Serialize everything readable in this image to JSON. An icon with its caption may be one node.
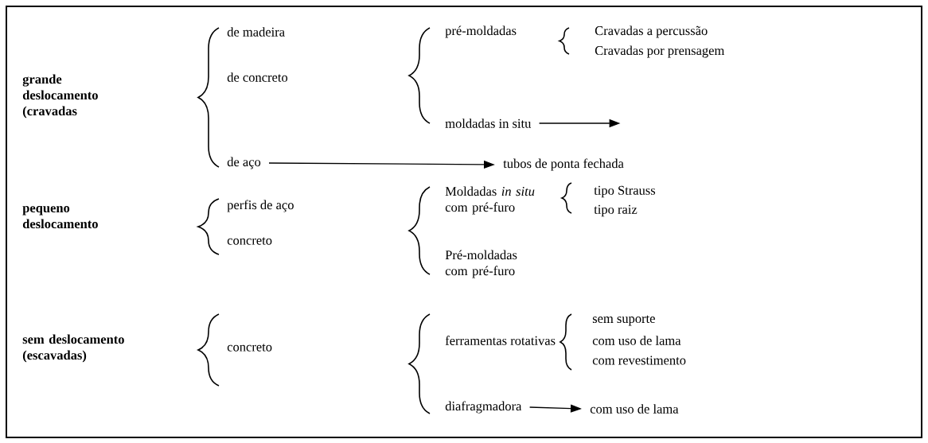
{
  "diagram": {
    "nodes": [
      {
        "text": [
          "moldadas in situ"
        ]
      },
      {
        "text": [
          "de aço"
        ]
      },
      {
        "text": [
          "tubos de ponta fechada"
        ]
      },
      {
        "text": [
          "diafragmadora"
        ]
      },
      {
        "text": [
          "com uso de lama"
        ]
      }
    ],
    "edges": [
      {
        "from": 0,
        "to": null,
        "arrow": "to"
      },
      {
        "from": 1,
        "to": 2,
        "arrow": "to"
      },
      {
        "from": 3,
        "to": 4,
        "arrow": "to"
      }
    ],
    "labels": [
      "grande deslocamento (cravadas",
      "de madeira",
      "de concreto",
      "pré-moldadas",
      "Cravadas a percussão",
      "Cravadas por prensagem",
      "pequeno deslocamento",
      "perfis de aço",
      "concreto",
      "Moldadas *in situ* com pré-furo",
      "tipo Strauss",
      "tipo raiz",
      "Pré-moldadas com pré-furo",
      "sem deslocamento (escavadas)",
      "concreto",
      "ferramentas rotativas",
      "sem suporte",
      "com uso de lama",
      "com revestimento"
    ]
  }
}
